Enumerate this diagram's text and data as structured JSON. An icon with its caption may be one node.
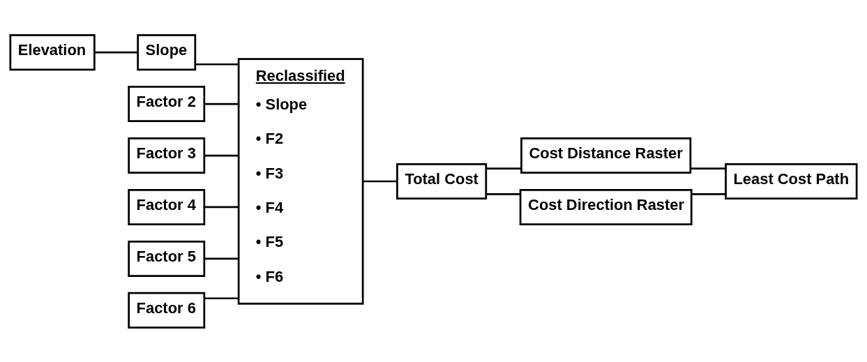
{
  "diagram": {
    "nodes": [
      {
        "text": [
          "Elevation"
        ]
      },
      {
        "text": [
          "Slope"
        ]
      },
      {
        "text": [
          "Factor 2"
        ]
      },
      {
        "text": [
          "Factor 3"
        ]
      },
      {
        "text": [
          "Factor 4"
        ]
      },
      {
        "text": [
          "Factor 5"
        ]
      },
      {
        "text": [
          "Factor 6"
        ]
      },
      {
        "text": [
          "Reclassified",
          "• Slope",
          "• F2",
          "• F3",
          "• F4",
          "• F5",
          "• F6"
        ]
      },
      {
        "text": [
          "Total Cost"
        ]
      },
      {
        "text": [
          "Cost Distance Raster"
        ]
      },
      {
        "text": [
          "Least Cost Path"
        ]
      },
      {
        "text": [
          "Cost Direction Raster"
        ]
      }
    ],
    "edges": [
      {
        "from": 0,
        "to": 1,
        "arrow": "none"
      },
      {
        "from": 1,
        "to": 7,
        "arrow": "none"
      },
      {
        "from": 2,
        "to": 7,
        "arrow": "none"
      },
      {
        "from": 3,
        "to": 7,
        "arrow": "none"
      },
      {
        "from": 4,
        "to": 7,
        "arrow": "none"
      },
      {
        "from": 5,
        "to": 7,
        "arrow": "none"
      },
      {
        "from": 6,
        "to": 7,
        "arrow": "none"
      },
      {
        "from": 7,
        "to": 8,
        "arrow": "none"
      },
      {
        "from": 8,
        "to": 9,
        "arrow": "none"
      },
      {
        "from": 8,
        "to": 11,
        "arrow": "none"
      },
      {
        "from": 9,
        "to": 10,
        "arrow": "none"
      },
      {
        "from": 11,
        "to": 10,
        "arrow": "none"
      }
    ]
  }
}
